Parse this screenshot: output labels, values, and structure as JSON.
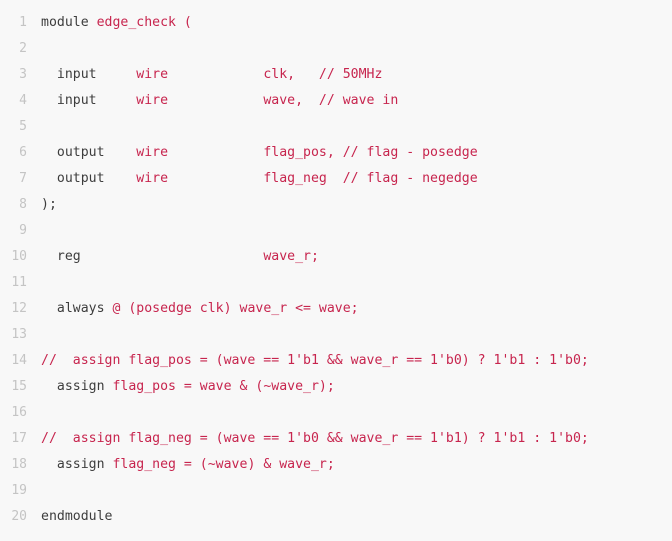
{
  "code": {
    "lines": [
      {
        "n": "1",
        "tokens": [
          [
            "kw",
            "module "
          ],
          [
            "id",
            "edge_check ("
          ]
        ]
      },
      {
        "n": "2",
        "tokens": []
      },
      {
        "n": "3",
        "tokens": [
          [
            "kw",
            "  input     "
          ],
          [
            "id",
            "wire            clk,   // 50MHz"
          ]
        ]
      },
      {
        "n": "4",
        "tokens": [
          [
            "kw",
            "  input     "
          ],
          [
            "id",
            "wire            wave,  // wave in"
          ]
        ]
      },
      {
        "n": "5",
        "tokens": []
      },
      {
        "n": "6",
        "tokens": [
          [
            "kw",
            "  output    "
          ],
          [
            "id",
            "wire            flag_pos, // flag - posedge"
          ]
        ]
      },
      {
        "n": "7",
        "tokens": [
          [
            "kw",
            "  output    "
          ],
          [
            "id",
            "wire            flag_neg  // flag - negedge"
          ]
        ]
      },
      {
        "n": "8",
        "tokens": [
          [
            "kw",
            ");"
          ]
        ]
      },
      {
        "n": "9",
        "tokens": []
      },
      {
        "n": "10",
        "tokens": [
          [
            "kw",
            "  reg                       "
          ],
          [
            "id",
            "wave_r;"
          ]
        ]
      },
      {
        "n": "11",
        "tokens": []
      },
      {
        "n": "12",
        "tokens": [
          [
            "kw",
            "  always "
          ],
          [
            "id",
            "@ (posedge clk) wave_r <= wave;"
          ]
        ]
      },
      {
        "n": "13",
        "tokens": []
      },
      {
        "n": "14",
        "tokens": [
          [
            "cm",
            "//  assign flag_pos = (wave == 1'b1 && wave_r == 1'b0) ? 1'b1 : 1'b0;"
          ]
        ]
      },
      {
        "n": "15",
        "tokens": [
          [
            "kw",
            "  assign "
          ],
          [
            "id",
            "flag_pos = wave & (~wave_r);"
          ]
        ]
      },
      {
        "n": "16",
        "tokens": []
      },
      {
        "n": "17",
        "tokens": [
          [
            "cm",
            "//  assign flag_neg = (wave == 1'b0 && wave_r == 1'b1) ? 1'b1 : 1'b0;"
          ]
        ]
      },
      {
        "n": "18",
        "tokens": [
          [
            "kw",
            "  assign "
          ],
          [
            "id",
            "flag_neg = (~wave) & wave_r;"
          ]
        ]
      },
      {
        "n": "19",
        "tokens": []
      },
      {
        "n": "20",
        "tokens": [
          [
            "kw",
            "endmodule"
          ]
        ]
      }
    ]
  },
  "colors": {
    "background": "#f8f8f8",
    "line_number": "#c4c4c4",
    "keyword": "#3d3d3d",
    "highlight": "#c7254e"
  }
}
